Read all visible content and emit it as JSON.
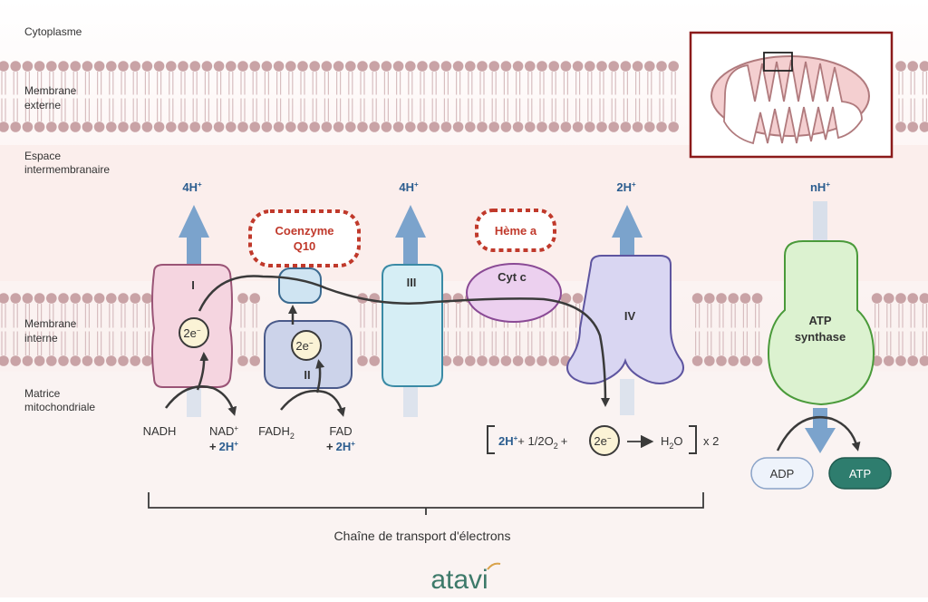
{
  "colors": {
    "lipid_head": "#c9a3a6",
    "lipid_tail": "#d8bec0",
    "proton_arrow": "#7ba3cc",
    "complex_I": "#f5d5e0",
    "complex_II": "#ccd3ea",
    "complex_III": "#d6eef5",
    "cyt_c": "#ecd0ef",
    "complex_IV": "#d9d6f2",
    "atp_synthase": "#dcf2d0",
    "atp_badge": "#2e7d6e",
    "red_accent": "#c0392b",
    "blue_text": "#2b5d8f"
  },
  "regions": {
    "cytoplasm": "Cytoplasme",
    "outer_membrane": [
      "Membrane",
      "externe"
    ],
    "intermembrane_space": [
      "Espace",
      "intermembranaire"
    ],
    "inner_membrane": [
      "Membrane",
      "interne"
    ],
    "matrix": [
      "Matrice",
      "mitochondriale"
    ]
  },
  "protons": {
    "complex_I": "4H",
    "complex_III": "4H",
    "complex_IV": "2H",
    "atp_synthase": "nH",
    "plus": "+"
  },
  "complexes": {
    "I": "I",
    "II": "II",
    "III": "III",
    "IV": "IV",
    "cyt_c": "Cyt c",
    "coenzyme_q10": [
      "Coenzyme",
      "Q10"
    ],
    "heme_a": "Hème a",
    "atp_synthase": [
      "ATP",
      "synthase"
    ]
  },
  "electrons": {
    "label": "2e",
    "minus": "−"
  },
  "reactions": {
    "nadh": "NADH",
    "nad": "NAD",
    "nad_plus": "+",
    "plus_sign": "+",
    "two_h": "2H",
    "fadh": "FADH",
    "fadh_sub": "2",
    "fad": "FAD",
    "equation": {
      "two_h": "2H",
      "plus1": "+",
      "half_o2": "+ 1/2O",
      "o2_sub": "2",
      "plus2": "+",
      "h2o_h": "H",
      "h2o_sub": "2",
      "h2o_o": "O",
      "times": "x 2"
    }
  },
  "atp": {
    "adp": "ADP",
    "atp": "ATP"
  },
  "chain_label": "Chaîne de transport d'électrons",
  "logo": "atavi"
}
